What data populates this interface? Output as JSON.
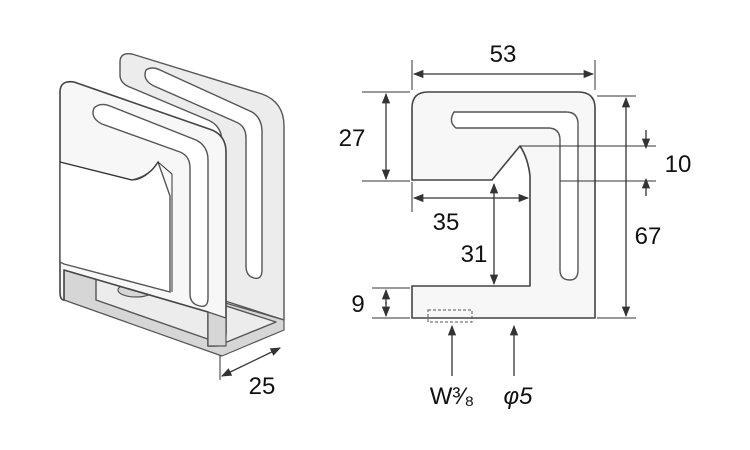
{
  "drawing": {
    "dimensions": {
      "width": "53",
      "top_height": "27",
      "slot_drop": "10",
      "slot_offset": "35",
      "total_height": "67",
      "slot_height": "31",
      "lip_height": "9",
      "depth": "25"
    },
    "callouts": {
      "thread": "W³⁄₈",
      "hole": "φ5"
    }
  }
}
